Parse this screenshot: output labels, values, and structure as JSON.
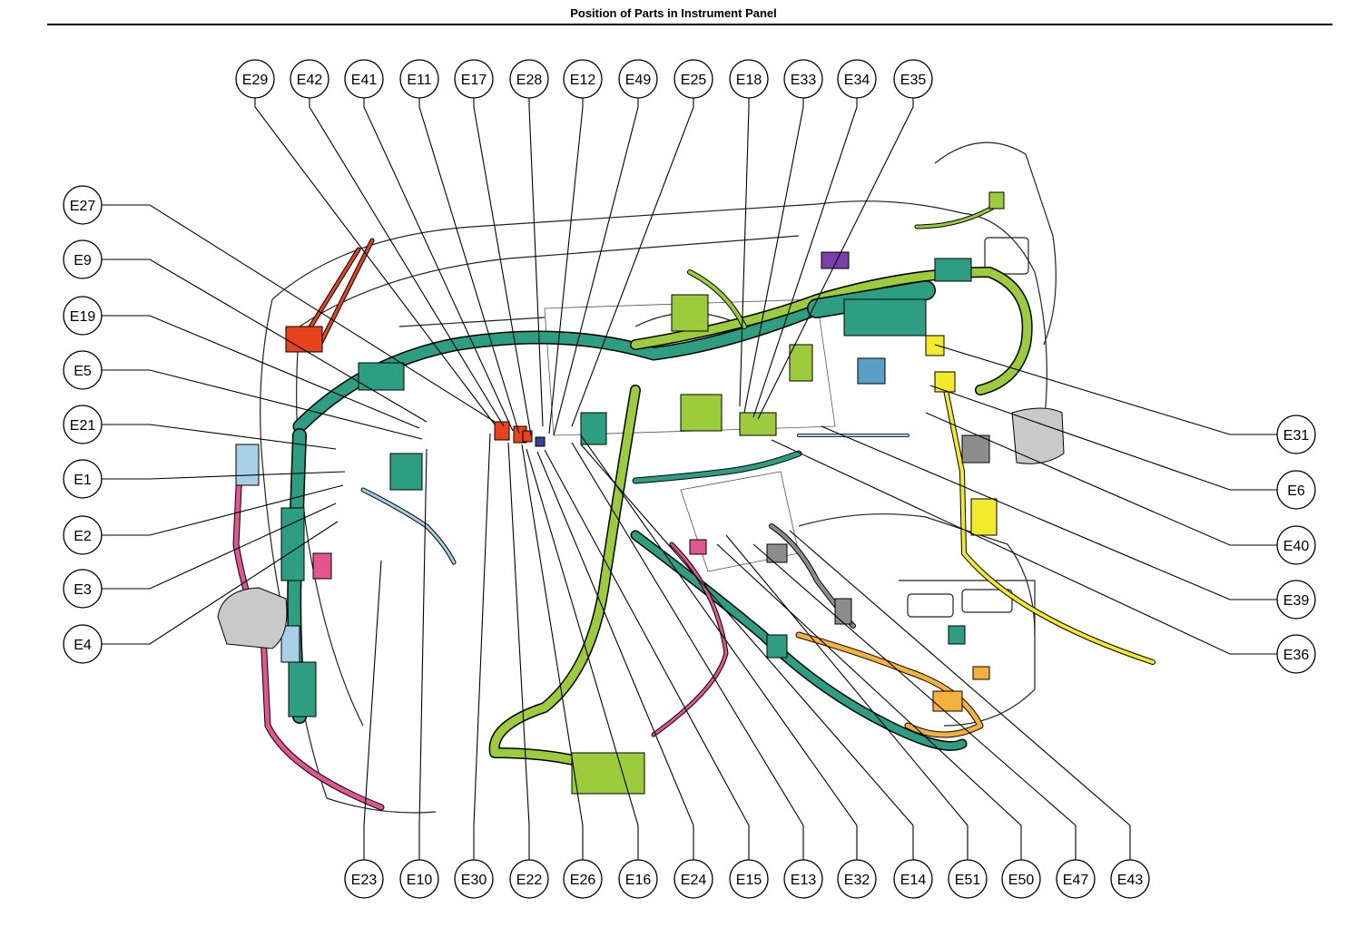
{
  "page": {
    "title": "Position of Parts in Instrument Panel"
  },
  "colors": {
    "harness_teal": "#2e9e82",
    "harness_green": "#9ccb3c",
    "harness_pink": "#e2558f",
    "harness_yellow": "#f2ea2a",
    "harness_orange": "#f4b13c",
    "harness_red": "#e8431c",
    "harness_lightblue": "#a7cfe6",
    "outline": "#000000"
  },
  "callouts": {
    "top": [
      "E29",
      "E42",
      "E41",
      "E11",
      "E17",
      "E28",
      "E12",
      "E49",
      "E25",
      "E18",
      "E33",
      "E34",
      "E35"
    ],
    "left": [
      "E27",
      "E9",
      "E19",
      "E5",
      "E21",
      "E1",
      "E2",
      "E3",
      "E4"
    ],
    "right": [
      "E31",
      "E6",
      "E40",
      "E39",
      "E36"
    ],
    "bottom": [
      "E23",
      "E10",
      "E30",
      "E22",
      "E26",
      "E16",
      "E24",
      "E15",
      "E13",
      "E32",
      "E14",
      "E51",
      "E50",
      "E47",
      "E43"
    ]
  }
}
